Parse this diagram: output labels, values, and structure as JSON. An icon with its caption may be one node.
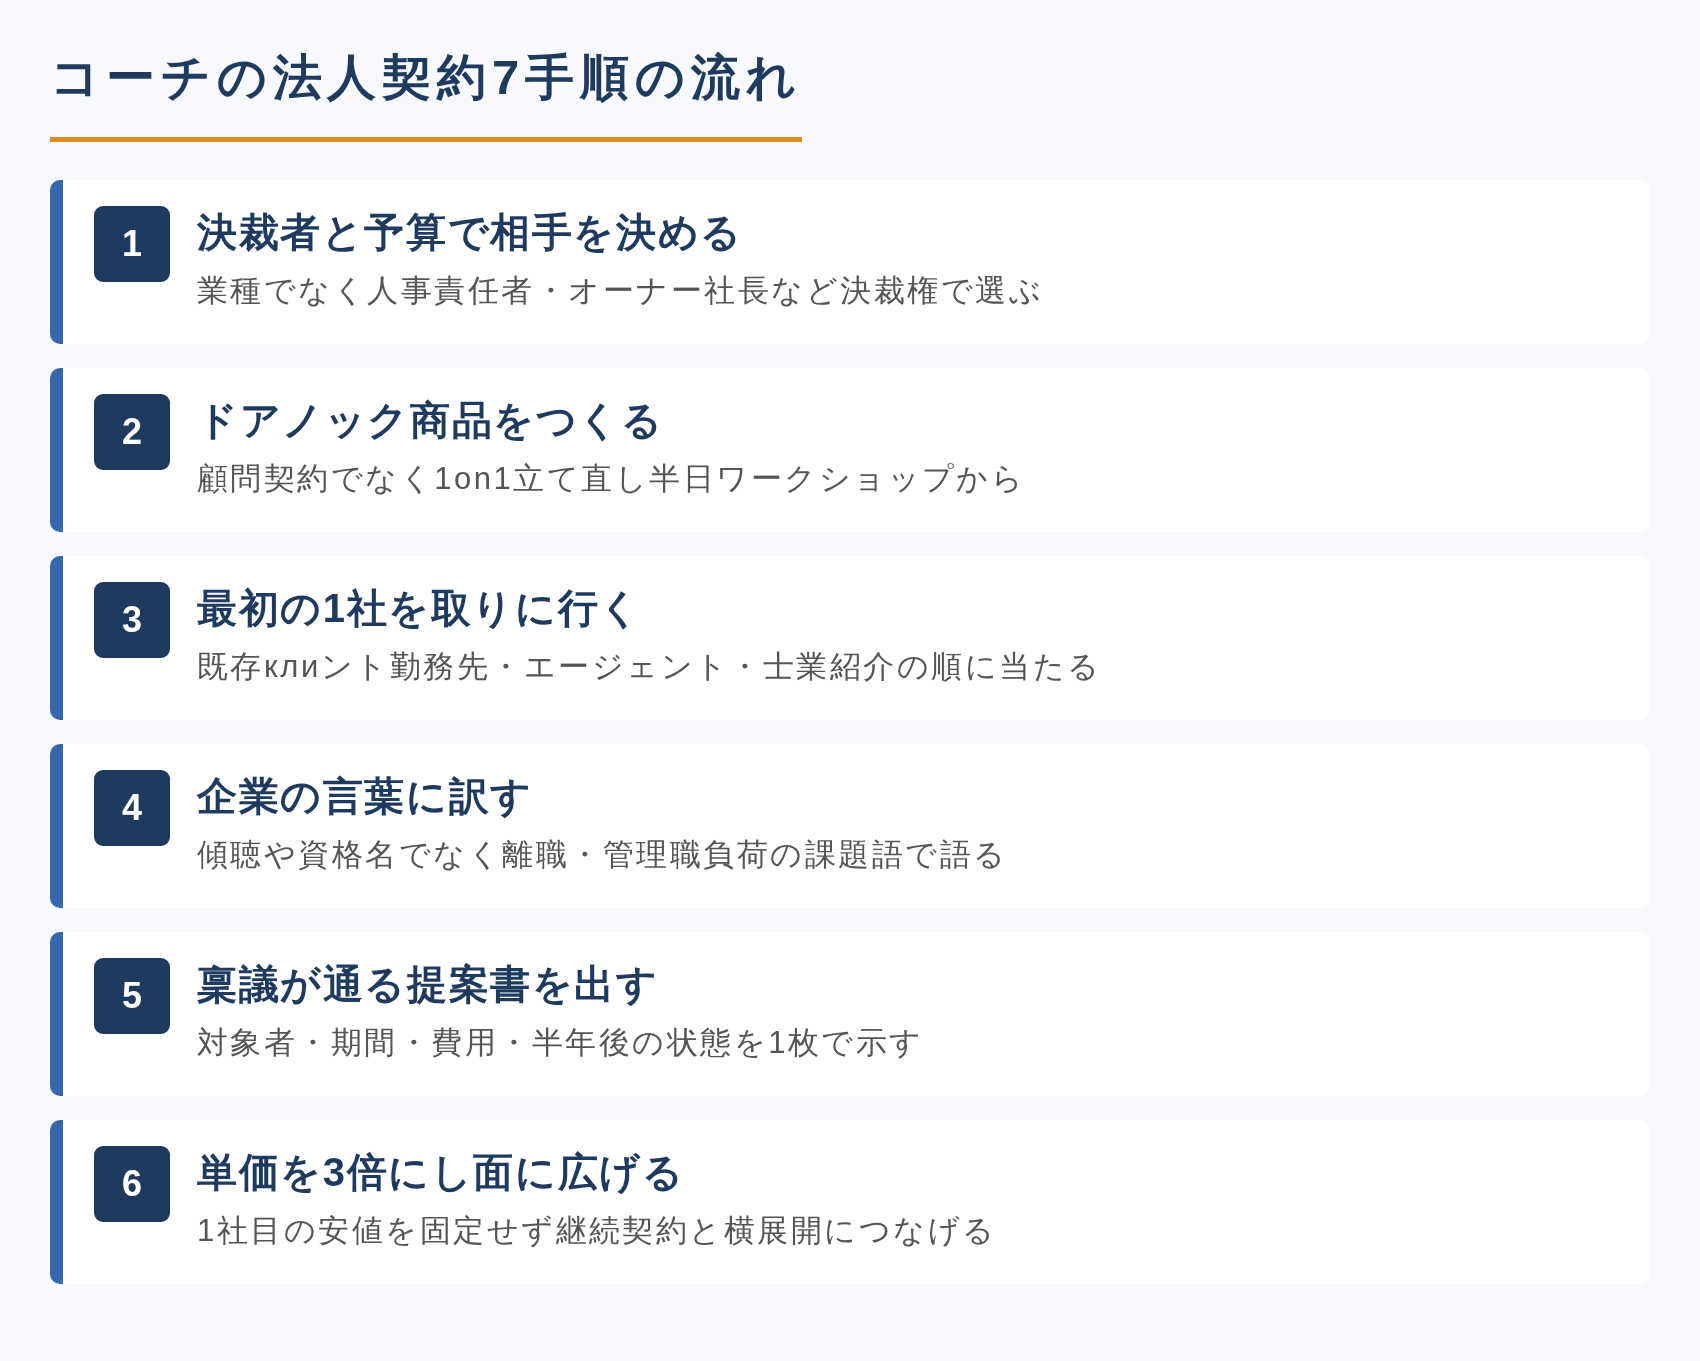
{
  "diagram": {
    "title": "コーチの法人契約7手順の流れ",
    "nodes": [
      {
        "text": [
          "決裁者と予算で相手を決める",
          "業種でなく人事責任者・オーナー社長など決裁権で選ぶ"
        ]
      },
      {
        "text": [
          "1"
        ],
        "in": 0
      },
      {
        "text": [
          "ドアノック商品をつくる",
          "顧問契約でなく1on1立て直し半日ワークショップから"
        ]
      },
      {
        "text": [
          "2"
        ],
        "in": 2
      },
      {
        "text": [
          "最初の1社を取りに行く",
          "既存клиント勤務先・エージェント・士業紹介の順に当たる"
        ]
      },
      {
        "text": [
          "3"
        ],
        "in": 4
      },
      {
        "text": [
          "企業の言葉に訳す",
          "傾聴や資格名でなく離職・管理職負荷の課題語で語る"
        ]
      },
      {
        "text": [
          "4"
        ],
        "in": 6
      },
      {
        "text": [
          "稟議が通る提案書を出す",
          "対象者・期間・費用・半年後の状態を1枚で示す"
        ]
      },
      {
        "text": [
          "5"
        ],
        "in": 8
      },
      {
        "text": [
          "単価を3倍にし面に広げる",
          "1社目の安値を固定せず継続契約と横展開につなげる"
        ]
      },
      {
        "text": [
          "6"
        ],
        "in": 10
      }
    ]
  }
}
